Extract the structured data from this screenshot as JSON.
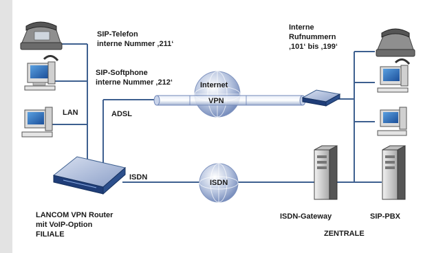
{
  "labels": {
    "sip_phone": [
      "SIP-Telefon",
      "interne Nummer ‚211‘"
    ],
    "sip_softphone": [
      "SIP-Softphone",
      "interne Nummer ‚212‘"
    ],
    "lan": "LAN",
    "adsl": "ADSL",
    "isdn_link": "ISDN",
    "internet": "Internet",
    "vpn": "VPN",
    "isdn_cloud": "ISDN",
    "internal_numbers": [
      "Interne",
      "Rufnummern",
      "‚101‘ bis ‚199‘"
    ],
    "router_caption": [
      "LANCOM VPN Router",
      "mit VoIP-Option",
      "FILIALE"
    ],
    "isdn_gateway": "ISDN-Gateway",
    "sip_pbx": "SIP-PBX",
    "zentrale": "ZENTRALE"
  },
  "colors": {
    "line": "#3d5f8f",
    "globe_light": "#ffffff",
    "globe_dark": "#6f86b8",
    "router_body": "#6f86b8",
    "router_front": "#1f3d78",
    "background_panel": "#e3e3e3"
  },
  "icons": [
    "phone-icon",
    "softphone-pc-icon",
    "desktop-pc-icon",
    "lancom-router-icon",
    "internet-globe-icon",
    "isdn-globe-icon",
    "central-vpn-router-icon",
    "isdn-gateway-server-icon",
    "sip-pbx-server-icon"
  ]
}
